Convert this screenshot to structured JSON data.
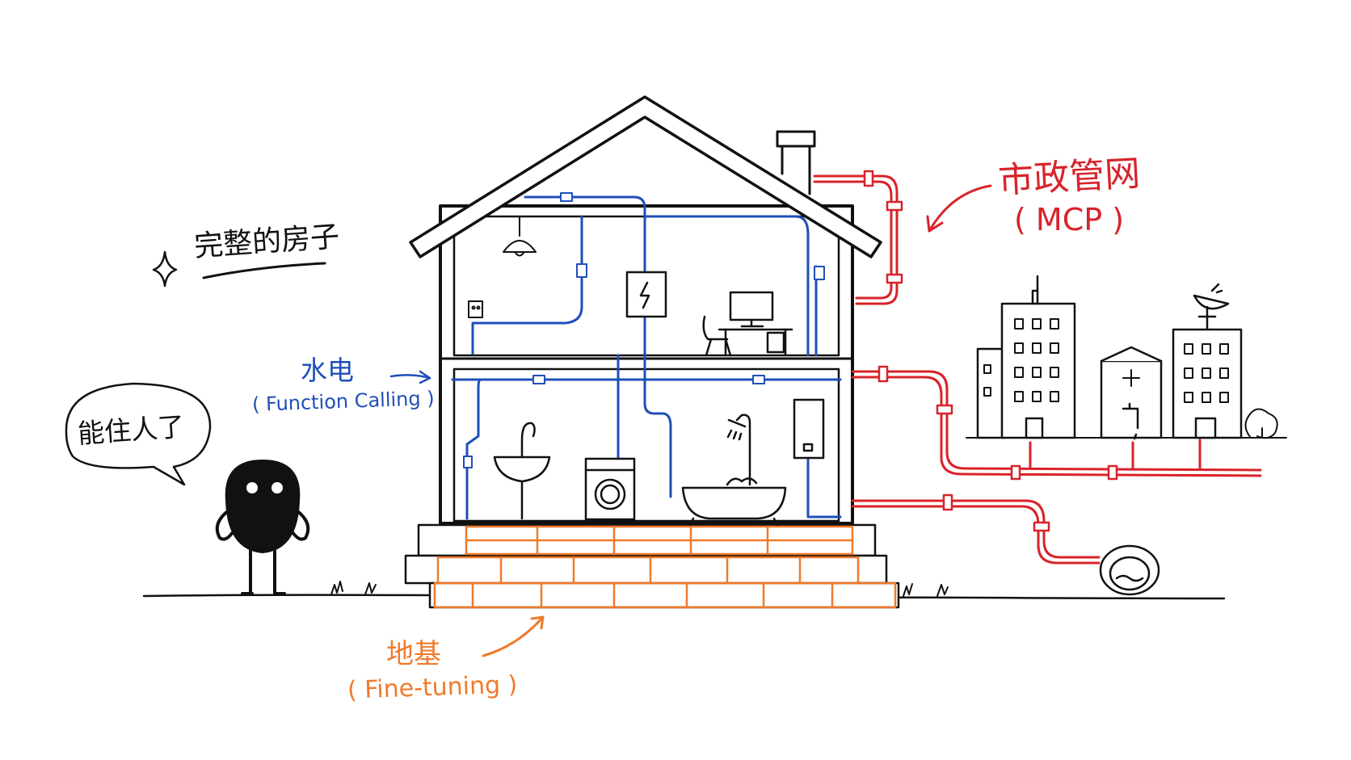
{
  "title": "完整的房子",
  "speech_bubble": "能住人了",
  "utilities": {
    "label": "水电",
    "sublabel": "( Function Calling )"
  },
  "network": {
    "label": "市政管网",
    "sublabel": "( MCP )"
  },
  "foundation": {
    "label": "地基",
    "sublabel": "( Fine-tuning )"
  },
  "colors": {
    "ink": "#111111",
    "utilities_blue": "#1f4fb8",
    "network_red": "#d8232a",
    "foundation_orange": "#f07a2a"
  },
  "icons": [
    "sparkle-icon",
    "lightning-icon",
    "ceiling-lamp-icon",
    "outlet-icon",
    "computer-desk-icon",
    "chair-icon",
    "sink-icon",
    "washing-machine-icon",
    "bathtub-icon",
    "shower-icon",
    "water-heater-icon",
    "hospital-cross-icon",
    "satellite-dish-icon",
    "tree-icon",
    "faucet-icon"
  ]
}
